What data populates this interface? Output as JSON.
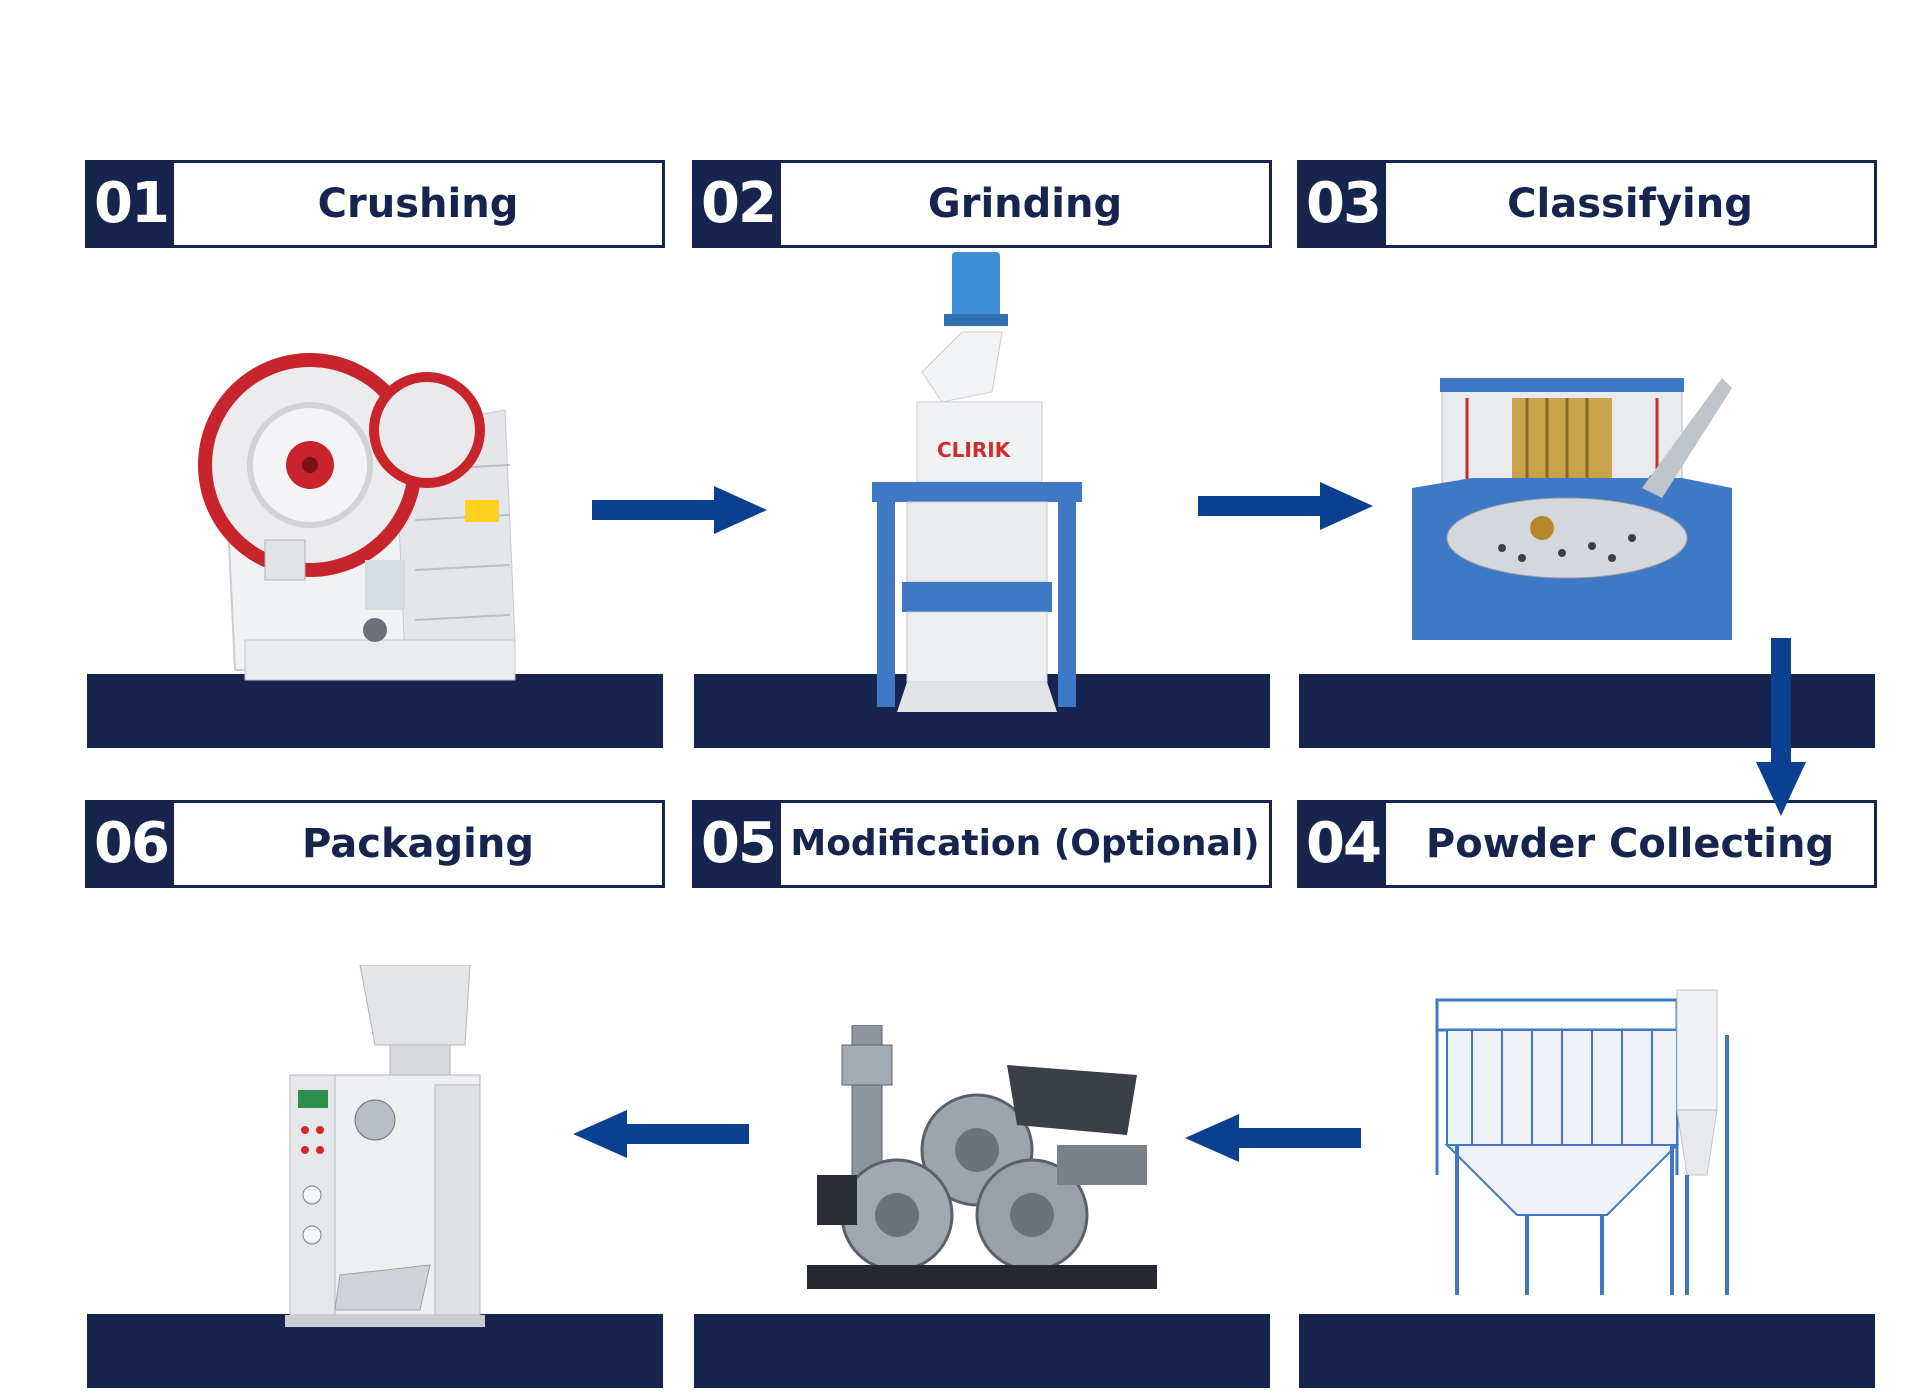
{
  "steps": [
    {
      "num": "01",
      "title": "Crushing"
    },
    {
      "num": "02",
      "title": "Grinding"
    },
    {
      "num": "03",
      "title": "Classifying"
    },
    {
      "num": "04",
      "title": "Powder Collecting"
    },
    {
      "num": "05",
      "title": "Modification (Optional)"
    },
    {
      "num": "06",
      "title": "Packaging"
    }
  ],
  "brand": {
    "logo_text": "CLIRIK"
  },
  "colors": {
    "navy": "#16244e",
    "arrow_blue": "#0b3f8f",
    "machine_blue": "#3f78c4"
  }
}
